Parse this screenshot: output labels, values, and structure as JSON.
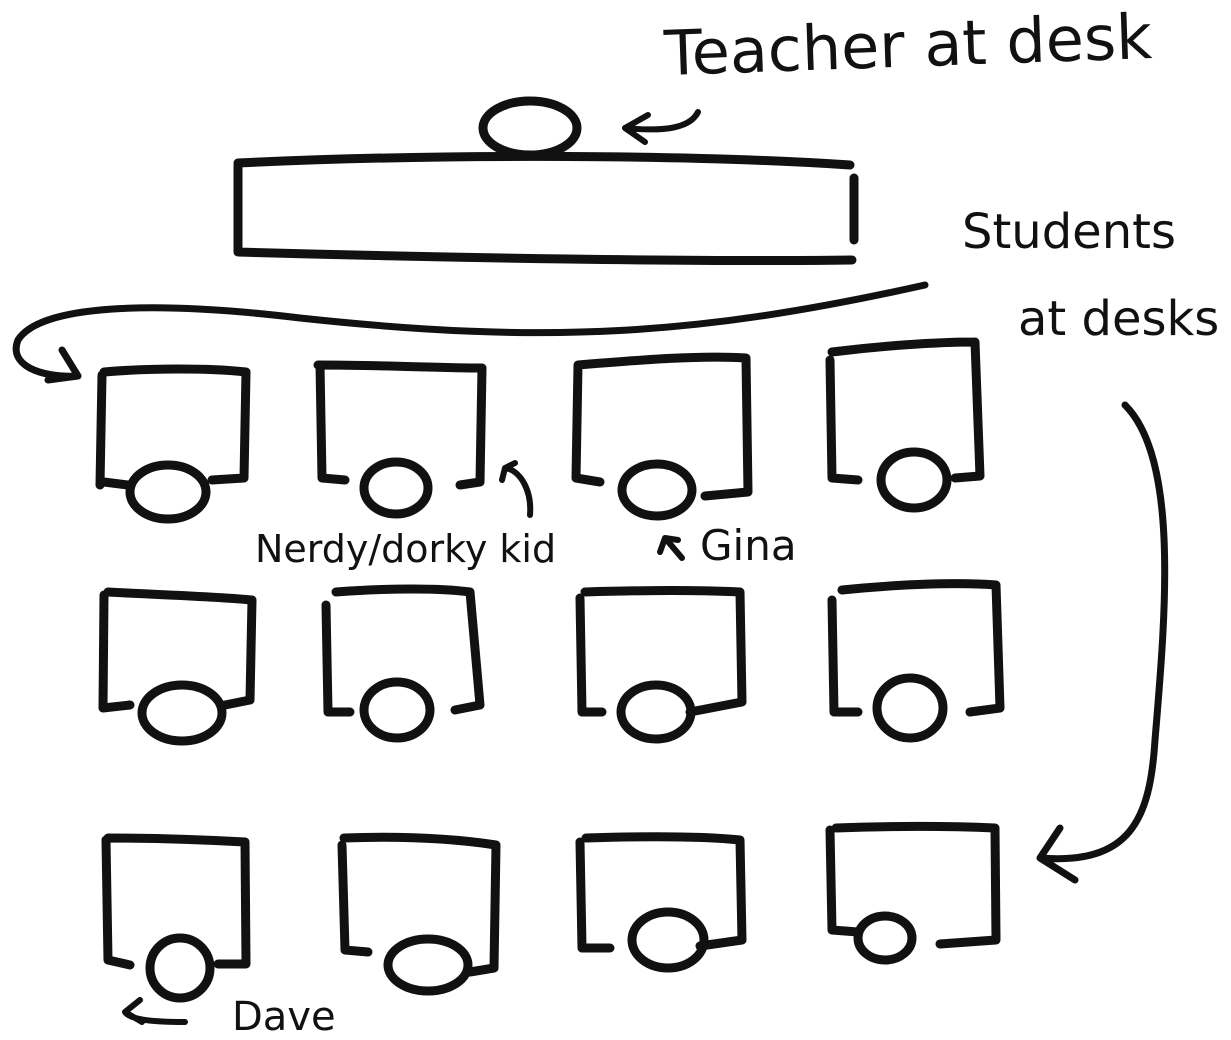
{
  "labels": {
    "teacher": "Teacher at desk",
    "students_line1": "Students",
    "students_line2": "at desks",
    "nerdy": "Nerdy/dorky kid",
    "gina": "Gina",
    "dave": "Dave"
  },
  "style": {
    "ink_color": "#111111",
    "background": "#ffffff"
  }
}
